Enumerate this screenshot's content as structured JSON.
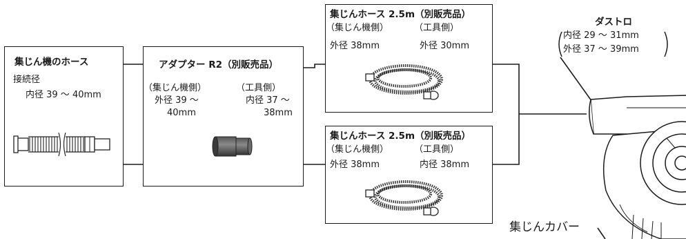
{
  "box1": {
    "title": "集じん機のホース",
    "label": "接続径",
    "spec": "内径 39 ～ 40mm"
  },
  "box2": {
    "title": "アダプター R2（別販売品）",
    "left_head": "（集じん機側）",
    "left_val1": "外径 39 ～",
    "left_val2": "40mm",
    "right_head": "（工具側）",
    "right_val1": "内径 37 ～",
    "right_val2": "38mm"
  },
  "box3": {
    "title": "集じんホース 2.5m（別販売品）",
    "left_head": "（集じん機側）",
    "right_head": "（工具側）",
    "left_val": "外径 38mm",
    "right_val": "外径 30mm"
  },
  "box4": {
    "title": "集じんホース 2.5m（別販売品）",
    "left_head": "（集じん機側）",
    "right_head": "（工具側）",
    "left_val": "外径 38mm",
    "right_val": "内径 38mm"
  },
  "dust_port": {
    "title": "ダストロ",
    "inner": "内径 29 ～ 31mm",
    "outer": "外径 37 ～ 39mm"
  },
  "cover_label": "集じんカバー"
}
